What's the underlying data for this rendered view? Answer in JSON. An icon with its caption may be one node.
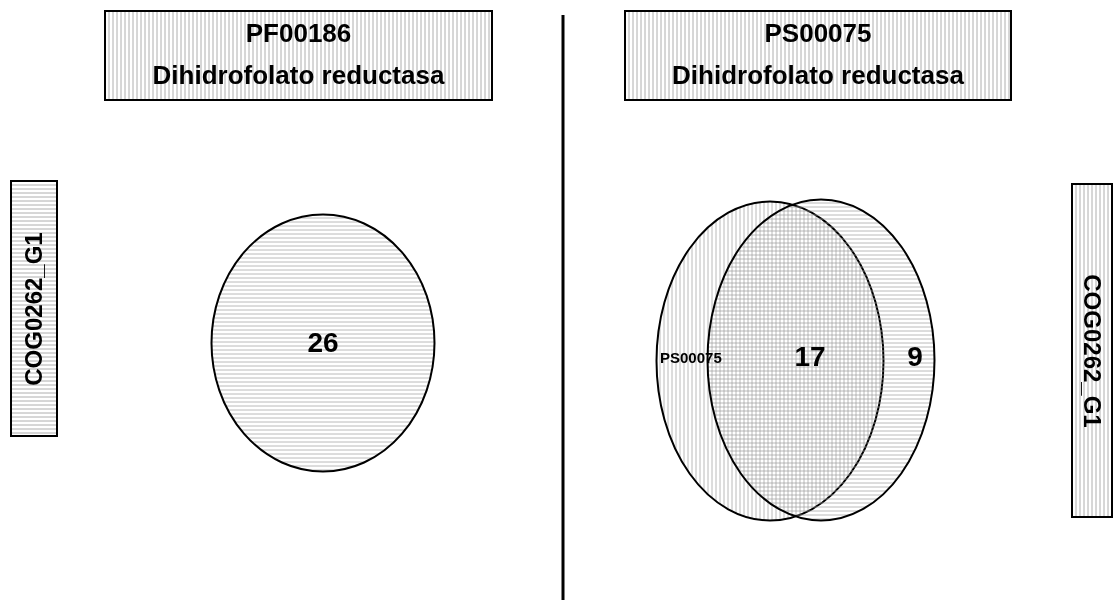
{
  "diagram": {
    "nodes": [
      {
        "text": [
          "PF00186",
          "Dihidrofolato reductasa"
        ]
      },
      {
        "text": [
          "COG0262_G1"
        ]
      },
      {
        "text": [
          "26"
        ]
      },
      {
        "text": [
          "PS00075",
          "Dihidrofolato reductasa"
        ]
      },
      {
        "text": [
          "PS00075",
          "17"
        ]
      },
      {
        "text": [
          "9"
        ]
      },
      {
        "text": [
          "COG0262_G1"
        ]
      }
    ],
    "edges": []
  }
}
